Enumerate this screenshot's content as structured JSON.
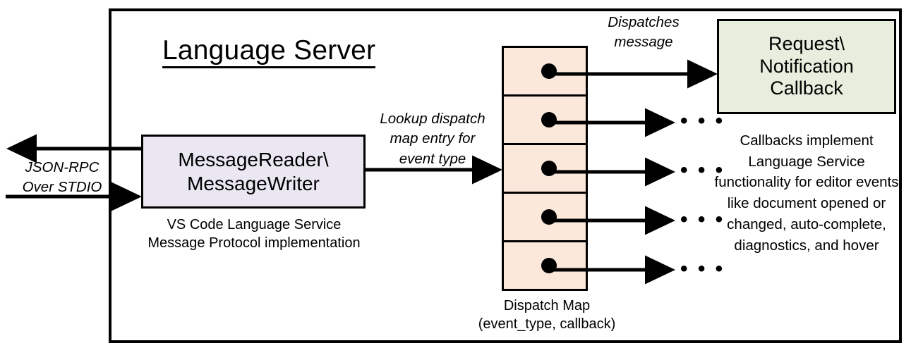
{
  "diagram": {
    "title": "Language Server",
    "outer_container_name": "language-server-boundary"
  },
  "io": {
    "label": "JSON-RPC\nOver STDIO",
    "label_line1": "JSON-RPC",
    "label_line2": "Over STDIO",
    "outbound_arrow": "arrow-left-out",
    "inbound_arrow": "arrow-right-in"
  },
  "message_node": {
    "line1": "MessageReader\\",
    "line2": "MessageWriter",
    "fill": "#EAE7F2",
    "caption_line1": "VS Code Language Service",
    "caption_line2": "Message Protocol implementation"
  },
  "lookup_edge": {
    "label_line1": "Lookup dispatch",
    "label_line2": "map entry for",
    "label_line3": "event type"
  },
  "dispatch_map": {
    "fill": "#FBE8DB",
    "rows": [
      {
        "id": "row-1",
        "dot": true
      },
      {
        "id": "row-2",
        "dot": true
      },
      {
        "id": "row-3",
        "dot": true
      },
      {
        "id": "row-4",
        "dot": true
      },
      {
        "id": "row-5",
        "dot": true
      }
    ],
    "caption_line1": "Dispatch Map",
    "caption_line2": "(event_type, callback)"
  },
  "dispatch_edge": {
    "label_line1": "Dispatches",
    "label_line2": "message"
  },
  "callback_node": {
    "line1": "Request\\",
    "line2": "Notification",
    "line3": "Callback",
    "fill": "#E8EEDD",
    "description": "Callbacks implement Language Service functionality for editor events like document opened or changed, auto-complete, diagnostics, and hover"
  },
  "ellipses": {
    "glyph": "• • •",
    "count": 4
  },
  "colors": {
    "stroke": "#000000",
    "background": "#FFFFFF",
    "message_fill": "#EAE7F2",
    "map_fill": "#FBE8DB",
    "callback_fill": "#E8EEDD"
  }
}
